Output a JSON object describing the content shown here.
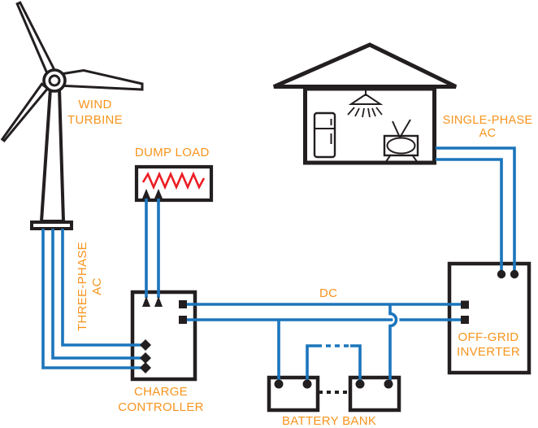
{
  "diagram": {
    "title_implicit": "Off-grid wind turbine power system",
    "labels": {
      "wind_turbine": [
        "WIND",
        "TURBINE"
      ],
      "three_phase_ac": [
        "THREE-PHASE",
        "AC"
      ],
      "dump_load": "DUMP LOAD",
      "charge_controller": [
        "CHARGE",
        "CONTROLLER"
      ],
      "dc": "DC",
      "battery_bank": "BATTERY BANK",
      "off_grid_inverter": [
        "OFF-GRID",
        "INVERTER"
      ],
      "single_phase_ac": [
        "SINGLE-PHASE",
        "AC"
      ]
    },
    "components": [
      "wind-turbine-icon",
      "dump-load-resistor-icon",
      "charge-controller-box",
      "battery-bank-icon",
      "off-grid-inverter-box",
      "house-icon",
      "fridge-icon",
      "ceiling-lamp-icon",
      "tv-icon"
    ]
  },
  "colors": {
    "label_orange": "#F7941D",
    "wire_blue": "#1B75BC",
    "resistor_red": "#EC1C24",
    "outline_black": "#231F20",
    "fridge_fill": "#F6CBA8",
    "lamp_yellow": "#F2D50A",
    "tv_body_brown": "#C0791F",
    "tv_screen_pink": "#F2BADB",
    "background": "#FFFFFF"
  }
}
